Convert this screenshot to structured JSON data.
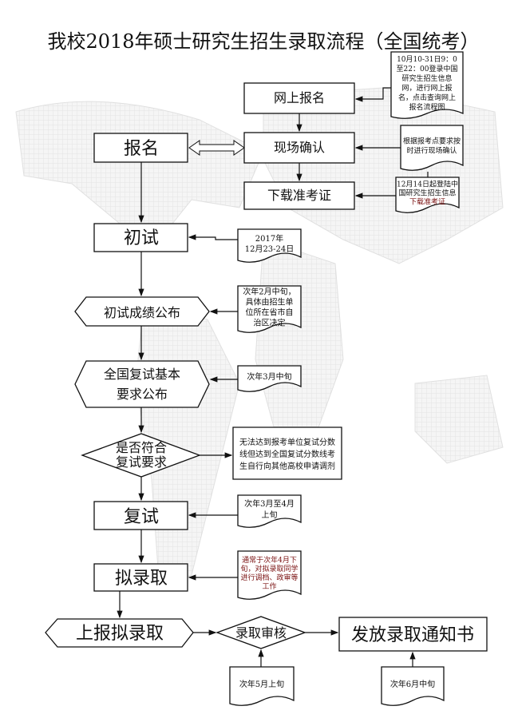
{
  "title": "我校2018年硕士研究生招生录取流程（全国统考）",
  "steps": {
    "online": "网上报名",
    "onsite": "现场确认",
    "download": "下载准考证",
    "register": "报名",
    "prelim": "初试",
    "prelim_result": "初试成绩公布",
    "retest_req_1": "全国复试基本",
    "retest_req_2": "要求公布",
    "check_1": "是否符合",
    "check_2": "复试要求",
    "retest": "复试",
    "pre_admit": "拟录取",
    "report": "上报拟录取",
    "review": "录取审核",
    "notice": "发放录取通知书"
  },
  "notes": {
    "online": [
      "10月10-31日9：0",
      "至22：00登录中国",
      "研究生招生信息",
      "网，进行网上报",
      "名，点击查询网上",
      "报名流程图"
    ],
    "onsite": [
      "根据报考点要求按",
      "时进行现场确认"
    ],
    "download": [
      "12月14日起登陆中",
      "国研究生招生信息",
      "下载准考证"
    ],
    "prelim": [
      "2017年",
      "12月23-24日"
    ],
    "prelim_result": [
      "次年2月中旬，",
      "具体由招生单",
      "位所在省市自",
      "治区决定"
    ],
    "retest_req": [
      "次年3月中旬"
    ],
    "check": [
      "无法达到报考单位复试分数",
      "线但达到全国复试分数线考",
      "生自行向其他高校申请调剂"
    ],
    "retest": [
      "次年3月至4月",
      "上旬"
    ],
    "pre_admit": [
      "通常于次年4月下",
      "旬，对拟录取同学",
      "进行调档、政审等",
      "工作"
    ],
    "review": [
      "次年5月上旬"
    ],
    "notice": [
      "次年6月中旬"
    ]
  }
}
